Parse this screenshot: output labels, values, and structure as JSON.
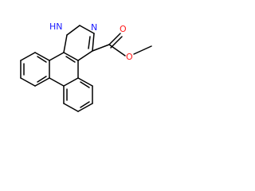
{
  "colors": {
    "background": "#ffffff",
    "bond": "#000000",
    "nitrogen": "#1a1aff",
    "oxygen": "#ff1a1a"
  },
  "atoms": {
    "nh": "HN",
    "n": "N",
    "o_carbonyl": "O",
    "o_ester": "O"
  }
}
